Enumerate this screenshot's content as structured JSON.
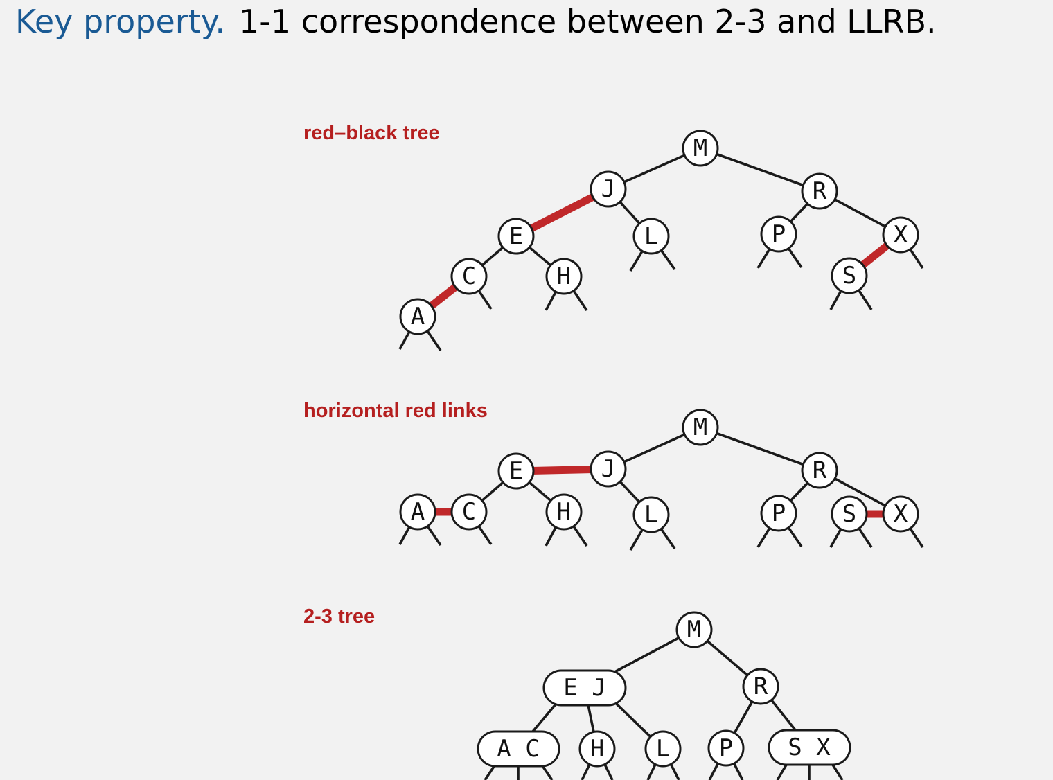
{
  "header": {
    "key_label": "Key property.",
    "statement": "1-1 correspondence between 2-3 and LLRB."
  },
  "sections": {
    "red_black": {
      "label": "red–black tree",
      "nodes": [
        "M",
        "J",
        "R",
        "E",
        "L",
        "P",
        "X",
        "C",
        "H",
        "S",
        "A"
      ]
    },
    "horizontal": {
      "label": "horizontal red links",
      "nodes": [
        "M",
        "J",
        "E",
        "R",
        "A",
        "C",
        "H",
        "L",
        "P",
        "S",
        "X"
      ]
    },
    "two_three": {
      "label": "2-3 tree",
      "nodes": [
        "M",
        "E J",
        "R",
        "A C",
        "H",
        "L",
        "P",
        "S X"
      ]
    }
  },
  "colors": {
    "red_link": "#c0282a",
    "label_red": "#b51f1f",
    "header_blue": "#1a5a94",
    "background": "#f2f2f2"
  }
}
